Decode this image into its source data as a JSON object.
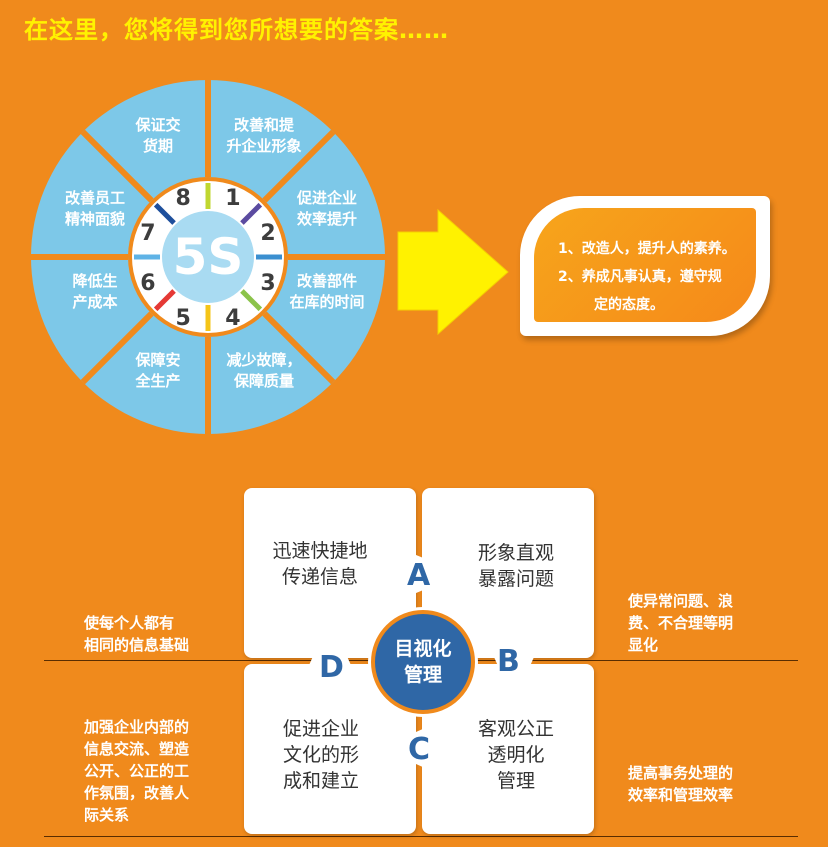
{
  "header": {
    "title": "在这里，您将得到您所想要的答案……"
  },
  "wheel": {
    "center_label": "5S",
    "numbers": [
      "1",
      "2",
      "3",
      "4",
      "5",
      "6",
      "7",
      "8"
    ],
    "segments": [
      "改善和提\n升企业形象",
      "促进企业\n效率提升",
      "改善部件\n在库的时间",
      "减少故障，\n保障质量",
      "保障安\n全生产",
      "降低生\n产成本",
      "改善员工\n精神面貌",
      "保证交\n货期"
    ],
    "colors": {
      "segment": "#7DC8E8",
      "divider": "#F08A1C",
      "inner_ring": "#ffffff",
      "center": "#A9DBF2",
      "number": "#3D3D3D"
    }
  },
  "result": {
    "lines": [
      "1、改造人，提升人的素养。",
      "2、养成凡事认真，遵守规",
      "定的态度。"
    ]
  },
  "management": {
    "center_label": "目视化\n管理",
    "cards": {
      "top_left": "迅速快捷地\n传递信息",
      "top_right": "形象直观\n暴露问题",
      "bottom_right": "客观公正\n透明化\n管理",
      "bottom_left": "促进企业\n文化的形\n成和建立"
    },
    "arrows": {
      "a": "A",
      "b": "B",
      "c": "C",
      "d": "D"
    },
    "side_notes": {
      "left_top": "使每个人都有\n相同的信息基础",
      "left_bottom": "加强企业内部的\n信息交流、塑造\n公开、公正的工\n作氛围，改善人\n际关系",
      "right_top": "使异常问题、浪\n费、不合理等明\n显化",
      "right_bottom": "提高事务处理的\n效率和管理效率"
    },
    "colors": {
      "accent": "#2F67A6"
    }
  }
}
